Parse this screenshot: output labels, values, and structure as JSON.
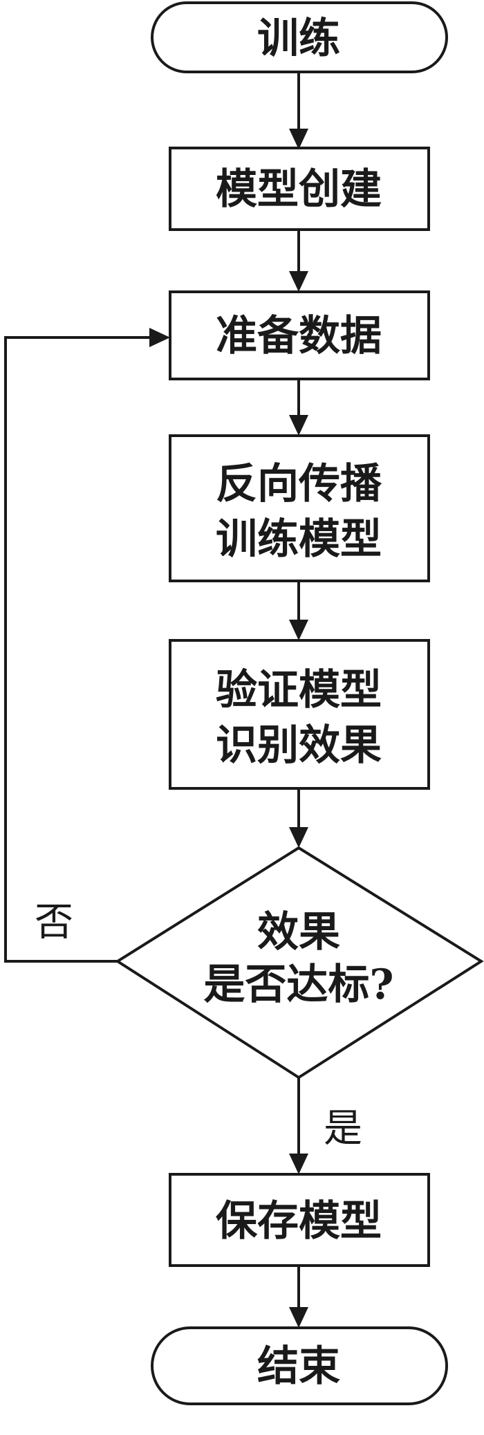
{
  "nodes": {
    "start": "训练",
    "create_model": "模型创建",
    "prepare_data": "准备数据",
    "backprop": [
      "反向传播",
      "训练模型"
    ],
    "validate": [
      "验证模型",
      "识别效果"
    ],
    "decision": [
      "效果",
      "是否达标?"
    ],
    "save_model": "保存模型",
    "end": "结束"
  },
  "edges": {
    "no_label": "否",
    "yes_label": "是"
  }
}
